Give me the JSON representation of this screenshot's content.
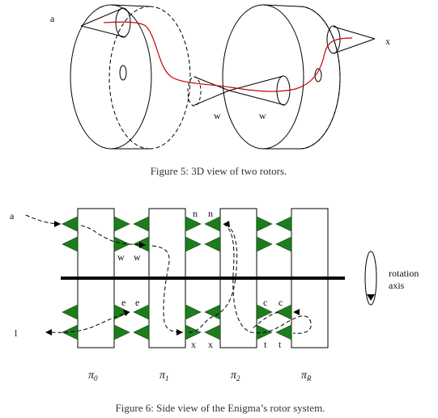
{
  "figure5": {
    "caption": "Figure 5: 3D view of two rotors.",
    "labels": {
      "input": "a",
      "output": "x",
      "w_left": "w",
      "w_right": "w"
    }
  },
  "figure6": {
    "caption": "Figure 6: Side view of the Enigma’s rotor system.",
    "labels": {
      "input": "a",
      "output": "l",
      "w1": "w",
      "w2": "w",
      "n1": "n",
      "n2": "n",
      "e1": "e",
      "e2": "e",
      "x1": "x",
      "x2": "x",
      "c1": "c",
      "c2": "c",
      "t1": "t",
      "t2": "t"
    },
    "rotation_axis": {
      "line1": "rotation",
      "line2": "axis"
    },
    "rotors": [
      {
        "symbol": "π",
        "sub": "0"
      },
      {
        "symbol": "π",
        "sub": "1"
      },
      {
        "symbol": "π",
        "sub": "2"
      },
      {
        "symbol": "π",
        "sub": "R"
      }
    ]
  },
  "colors": {
    "wire": "#cc0000",
    "contact": "#1d7d1d",
    "line": "#000000"
  }
}
